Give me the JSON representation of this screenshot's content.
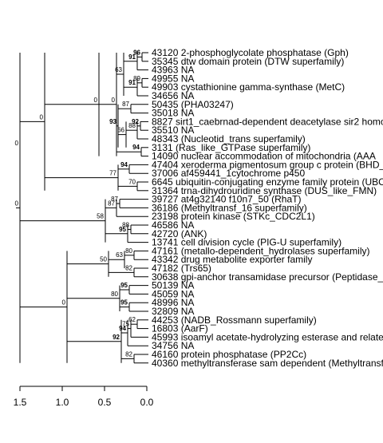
{
  "tree": {
    "leaves": [
      "43120 2-phosphoglycolate phosphatase (Gph)",
      "35345 dtw domain protein (DTW superfamily)",
      "43963 NA",
      "49955 NA",
      "49903 cystathionine gamma-synthase (MetC)",
      "34656 NA",
      "50435 (PHA03247)",
      "35018 NA",
      "8827 sirt1_caebrnad-dependent deacetylase sir2 homo",
      "35510 NA",
      "48343 (Nucleotid_trans superfamily)",
      "3131 (Ras_like_GTPase superfamily)",
      "14090 nuclear accommodation of mitochondria (AAA",
      "47404 xeroderma pigmentosum group c protein (BHD_",
      "37006 af459441_1cytochrome p450",
      "6645 ubiquitin-conjugating enzyme family protein (UBC",
      "31364 trna-dihydrouridine synthase (DUS_like_FMN)",
      "39727 at4g32140 f10n7_50 (RhaT)",
      "36186 (Methyltransf_16 superfamily)",
      "23198 protein kinase (STKc_CDC2L1)",
      "46586 NA",
      "42720 (ANK)",
      "13741 cell division cycle (PIG-U superfamily)",
      "47161 (metallo-dependent_hydrolases superfamily)",
      "43342 drug metabolite exporter family",
      "47182 (Trs65)",
      "30638 gpi-anchor transamidase precursor (Peptidase_",
      "50139 NA",
      "45059 NA",
      "48996 NA",
      "32809 NA",
      "44253 (NADB_Rossmann superfamily)",
      "16803 (AarF)",
      "45993 isoamyl acetate-hydrolyzing esterase and relate",
      "34756 NA",
      "46160 protein phosphatase (PP2Cc)",
      "40360 methyltransferase sam dependent (Methyltransf"
    ],
    "supports": [
      {
        "label": "96",
        "bold": true,
        "pos": 0.6,
        "children": [
          0,
          1
        ]
      },
      {
        "label": "91",
        "bold": true,
        "pos": 0.5,
        "children": [
          0,
          1,
          2
        ]
      },
      {
        "label": "89",
        "bold": false,
        "pos": 0.6,
        "children": [
          3,
          4
        ]
      },
      {
        "label": "91",
        "bold": true,
        "pos": 0.5,
        "children": [
          3,
          4,
          5
        ]
      },
      {
        "label": "63",
        "bold": false,
        "pos": 0.85,
        "children": [
          0,
          1,
          2,
          3,
          4,
          5
        ]
      },
      {
        "label": "87",
        "bold": false,
        "pos": 0.55,
        "children": [
          6,
          7
        ]
      },
      {
        "label": "92",
        "bold": true,
        "pos": 0.55,
        "children": [
          8,
          9
        ]
      },
      {
        "label": "88",
        "bold": false,
        "pos": 0.55,
        "children": [
          8,
          9,
          10
        ]
      },
      {
        "label": "66",
        "bold": false,
        "pos": 0.75,
        "children": [
          8,
          9,
          10,
          11
        ]
      },
      {
        "label": "93",
        "bold": true,
        "pos": 0.8,
        "children": [
          6,
          7,
          8,
          9,
          10,
          11
        ]
      },
      {
        "label": "94",
        "bold": true,
        "pos": 0.55,
        "children": [
          12,
          13
        ]
      },
      {
        "label": "0",
        "bold": false,
        "pos": 0.9,
        "children": [
          0,
          1,
          2,
          3,
          4,
          5,
          6,
          7,
          8,
          9,
          10,
          11,
          12,
          13
        ]
      },
      {
        "label": "0",
        "bold": false,
        "pos": 0.9,
        "children": [
          0,
          1,
          2,
          3,
          4,
          5,
          6,
          7,
          8,
          9,
          10,
          11,
          12,
          13,
          14
        ]
      },
      {
        "label": "94",
        "bold": true,
        "pos": 0.5,
        "children": [
          15,
          16
        ]
      },
      {
        "label": "70",
        "bold": false,
        "pos": 0.55,
        "children": [
          17,
          18
        ]
      },
      {
        "label": "77",
        "bold": false,
        "pos": 0.75,
        "children": [
          15,
          16,
          17,
          18
        ]
      },
      {
        "label": "0",
        "bold": false,
        "pos": 0.9,
        "children": [
          0,
          1,
          2,
          3,
          4,
          5,
          6,
          7,
          8,
          9,
          10,
          11,
          12,
          13,
          14,
          15,
          16,
          17,
          18
        ]
      },
      {
        "label": "87",
        "bold": false,
        "pos": 0.55,
        "children": [
          19,
          20
        ]
      },
      {
        "label": "87",
        "bold": false,
        "pos": 0.5,
        "children": [
          19,
          20,
          21
        ]
      },
      {
        "label": "88",
        "bold": false,
        "pos": 0.55,
        "children": [
          22,
          23
        ]
      },
      {
        "label": "95",
        "bold": true,
        "pos": 0.5,
        "children": [
          22,
          23,
          24
        ]
      },
      {
        "label": "58",
        "bold": false,
        "pos": 0.8,
        "children": [
          19,
          20,
          21,
          22,
          23,
          24
        ]
      },
      {
        "label": "0",
        "bold": false,
        "pos": 0.9,
        "children": [
          0,
          1,
          2,
          3,
          4,
          5,
          6,
          7,
          8,
          9,
          10,
          11,
          12,
          13,
          14,
          15,
          16,
          17,
          18,
          19,
          20,
          21,
          22,
          23,
          24
        ]
      },
      {
        "label": "80",
        "bold": false,
        "pos": 0.55,
        "children": [
          25,
          26
        ]
      },
      {
        "label": "63",
        "bold": false,
        "pos": 0.55,
        "children": [
          25,
          26,
          27
        ]
      },
      {
        "label": "82",
        "bold": false,
        "pos": 0.55,
        "children": [
          28,
          29
        ]
      },
      {
        "label": "50",
        "bold": false,
        "pos": 0.8,
        "children": [
          25,
          26,
          27,
          28,
          29
        ]
      },
      {
        "label": "95",
        "bold": true,
        "pos": 0.55,
        "children": [
          30,
          31
        ]
      },
      {
        "label": "95",
        "bold": true,
        "pos": 0.55,
        "children": [
          32,
          33
        ]
      },
      {
        "label": "80",
        "bold": false,
        "pos": 0.65,
        "children": [
          30,
          31,
          32,
          33
        ]
      },
      {
        "label": "62",
        "bold": false,
        "pos": 0.55,
        "children": [
          34,
          35
        ]
      },
      {
        "label": "75",
        "bold": false,
        "pos": 0.55,
        "children": [
          34,
          35,
          36
        ]
      },
      {
        "label": "94",
        "bold": true,
        "pos": 0.55,
        "children": [
          34,
          35,
          36,
          37
        ]
      },
      {
        "label": "82",
        "bold": false,
        "pos": 0.55,
        "children": [
          38,
          39
        ]
      },
      {
        "label": "92",
        "bold": true,
        "pos": 0.7,
        "children": [
          34,
          35,
          36,
          37,
          38,
          39
        ]
      },
      {
        "label": "0",
        "bold": false,
        "pos": 0.85,
        "children": [
          25,
          26,
          27,
          28,
          29,
          30,
          31,
          32,
          33,
          34,
          35,
          36,
          37,
          38,
          39
        ]
      },
      {
        "label": "0",
        "bold": false,
        "pos": 1.0,
        "children": [
          0,
          1,
          2,
          3,
          4,
          5,
          6,
          7,
          8,
          9,
          10,
          11,
          12,
          13,
          14,
          15,
          16,
          17,
          18,
          19,
          20,
          21,
          22,
          23,
          24,
          25,
          26,
          27,
          28,
          29,
          30,
          31,
          32,
          33,
          34,
          35,
          36,
          37,
          38,
          39
        ]
      }
    ]
  },
  "axis": {
    "ticks": [
      1.5,
      1.0,
      0.5,
      0.0
    ],
    "tick_labels": [
      "1.5",
      "1.0",
      "0.5",
      "0.0"
    ]
  }
}
